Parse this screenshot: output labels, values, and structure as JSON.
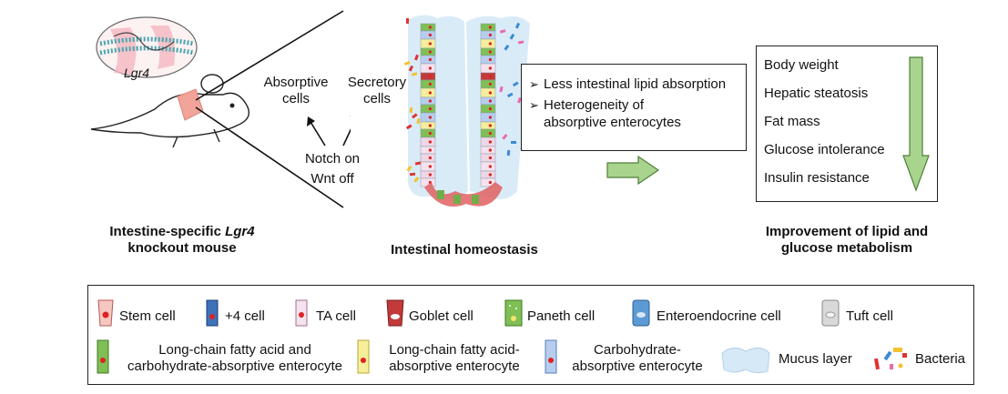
{
  "mouse": {
    "gene_label": "Lgr4",
    "caption_line1_prefix": "Intestine-specific ",
    "caption_line1_italic": "Lgr4",
    "caption_line2": "knockout mouse"
  },
  "fate": {
    "absorptive_line1": "Absorptive",
    "absorptive_line2": "cells",
    "secretory_line1": "Secretory",
    "secretory_line2": "cells",
    "notch": "Notch on",
    "wnt": "Wnt off"
  },
  "homeostasis_caption": "Intestinal homeostasis",
  "effects": [
    {
      "line1": "Less intestinal lipid absorption",
      "line2": ""
    },
    {
      "line1": "Heterogeneity of",
      "line2": "absorptive enterocytes"
    }
  ],
  "outcomes": [
    "Body weight",
    "Hepatic steatosis",
    "Fat mass",
    "Glucose intolerance",
    "Insulin resistance"
  ],
  "improvement_line1": "Improvement of lipid and",
  "improvement_line2": "glucose metabolism",
  "legend": [
    {
      "id": "stem",
      "label": "Stem cell"
    },
    {
      "id": "plus4",
      "label": "+4 cell"
    },
    {
      "id": "ta",
      "label": "TA cell"
    },
    {
      "id": "goblet",
      "label": "Goblet cell"
    },
    {
      "id": "paneth",
      "label": "Paneth cell"
    },
    {
      "id": "enteroendocrine",
      "label": "Enteroendocrine cell"
    },
    {
      "id": "tuft",
      "label": "Tuft cell"
    },
    {
      "id": "lcfa_carb",
      "line1": "Long-chain fatty acid and",
      "line2": "carbohydrate-absorptive enterocyte"
    },
    {
      "id": "lcfa",
      "line1": "Long-chain fatty acid-",
      "line2": "absorptive enterocyte"
    },
    {
      "id": "carb",
      "line1": "Carbohydrate-",
      "line2": "absorptive enterocyte"
    },
    {
      "id": "mucus",
      "label": "Mucus layer"
    },
    {
      "id": "bacteria",
      "label": "Bacteria"
    }
  ],
  "colors": {
    "arrow_green": "#a9d48e",
    "arrow_border": "#4f7f3a",
    "tissue_red": "#f2a39a",
    "mucus_blue": "#d6e9f7"
  }
}
